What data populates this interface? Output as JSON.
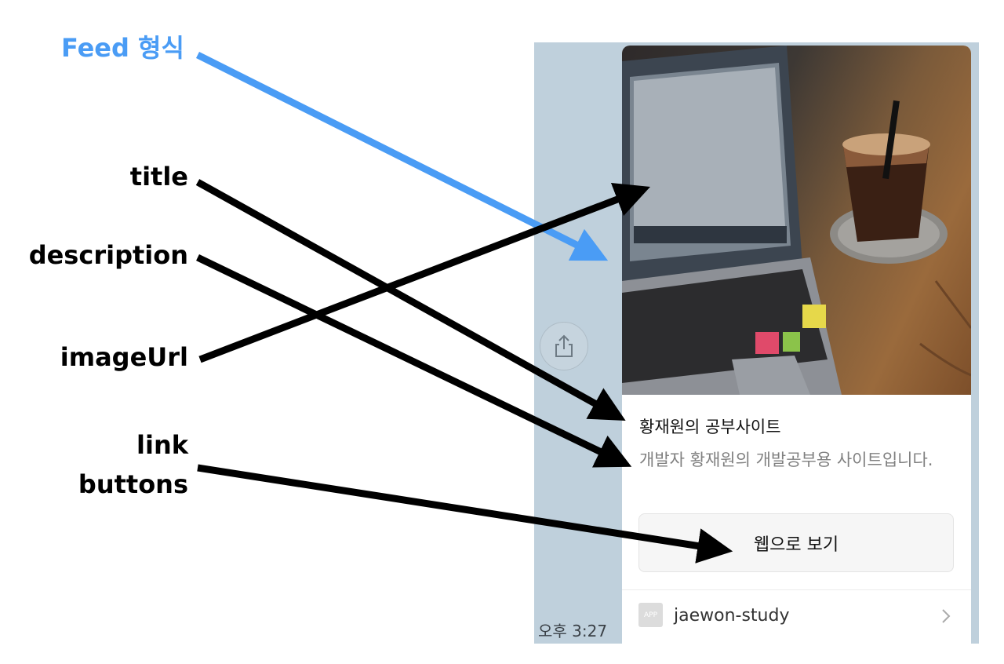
{
  "annotations": {
    "feed": "Feed 형식",
    "title": "title",
    "description": "description",
    "imageUrl": "imageUrl",
    "link": "link",
    "buttons": "buttons"
  },
  "chat": {
    "time": "오후 3:27",
    "share_icon": "share-icon"
  },
  "card": {
    "image_icon": "photo-laptop-coffee",
    "title": "황재원의 공부사이트",
    "description": "개발자 황재원의 개발공부용 사이트입니다.",
    "button_label": "웹으로 보기",
    "app_badge": "APP",
    "app_name": "jaewon-study",
    "chevron_icon": "chevron-right-icon"
  },
  "colors": {
    "feed_arrow": "#4a9cf5",
    "annotation_arrow": "#000000",
    "chat_background": "#bfd0dc"
  }
}
